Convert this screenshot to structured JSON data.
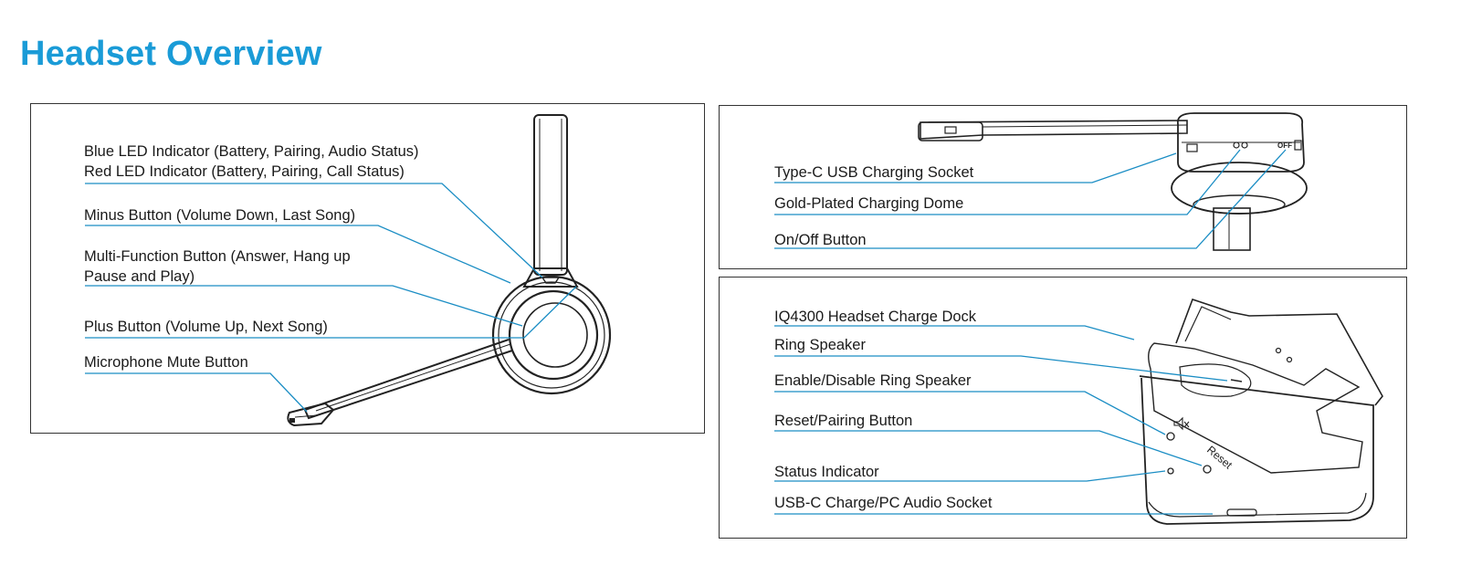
{
  "page": {
    "title": "Headset Overview"
  },
  "colors": {
    "accent": "#1a9bd7",
    "leader_line": "#1a8dc4",
    "outline": "#222222"
  },
  "headset_panel": {
    "labels": {
      "blue_led": "Blue LED Indicator (Battery, Pairing, Audio Status)",
      "red_led": "Red LED Indicator (Battery, Pairing, Call Status)",
      "minus_button": "Minus Button (Volume Down, Last Song)",
      "mfb_line1": "Multi-Function Button (Answer, Hang up",
      "mfb_line2": "Pause and Play)",
      "plus_button": "Plus Button (Volume Up, Next Song)",
      "mic_mute": "Microphone Mute Button"
    }
  },
  "side_view_panel": {
    "labels": {
      "usb_socket": "Type-C USB Charging Socket",
      "charging_dome": "Gold-Plated Charging Dome",
      "onoff": "On/Off Button"
    },
    "printed_marks": {
      "off": "OFF"
    }
  },
  "dock_panel": {
    "labels": {
      "dock": "IQ4300 Headset Charge Dock",
      "ring_speaker": "Ring Speaker",
      "enable_ring": "Enable/Disable Ring Speaker",
      "reset_pairing": "Reset/Pairing Button",
      "status": "Status Indicator",
      "usbc_audio": "USB-C Charge/PC Audio Socket"
    },
    "printed_marks": {
      "reset": "Reset"
    }
  }
}
